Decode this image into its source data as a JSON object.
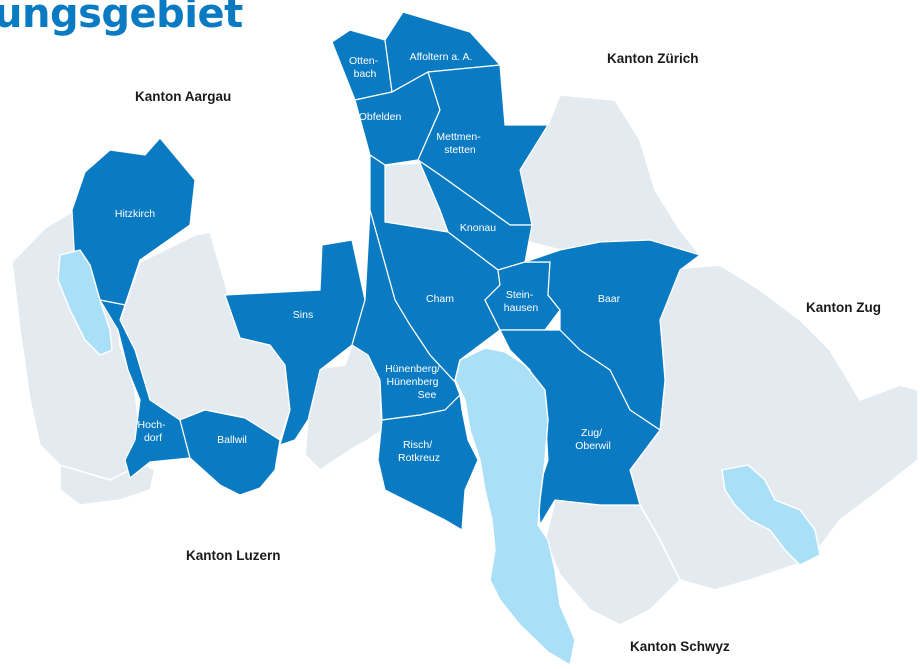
{
  "title": "ungsgebiet",
  "colors": {
    "served": "#0a7bc2",
    "other": "#e3ebf1",
    "lake": "#aadff8",
    "title": "#0a7bc2"
  },
  "cantons": {
    "zuerich": "Kanton Zürich",
    "aargau": "Kanton Aargau",
    "zug": "Kanton Zug",
    "luzern": "Kanton Luzern",
    "schwyz": "Kanton Schwyz"
  },
  "municipalities": {
    "ottenbach": [
      "Otten-",
      "bach"
    ],
    "affoltern": [
      "Affoltern a. A."
    ],
    "obfelden": [
      "Obfelden"
    ],
    "mettmenstetten": [
      "Mettmen-",
      "stetten"
    ],
    "knonau": [
      "Knonau"
    ],
    "hitzkirch": [
      "Hitzkirch"
    ],
    "sins": [
      "Sins"
    ],
    "cham": [
      "Cham"
    ],
    "steinhausen": [
      "Stein-",
      "hausen"
    ],
    "baar": [
      "Baar"
    ],
    "huenenberg": [
      "Hünenberg/",
      "Hünenberg",
      "See"
    ],
    "risch": [
      "Risch/",
      "Rotkreuz"
    ],
    "zug": [
      "Zug/",
      "Oberwil"
    ],
    "hochdorf": [
      "Hoch-",
      "dorf"
    ],
    "ballwil": [
      "Ballwil"
    ]
  }
}
